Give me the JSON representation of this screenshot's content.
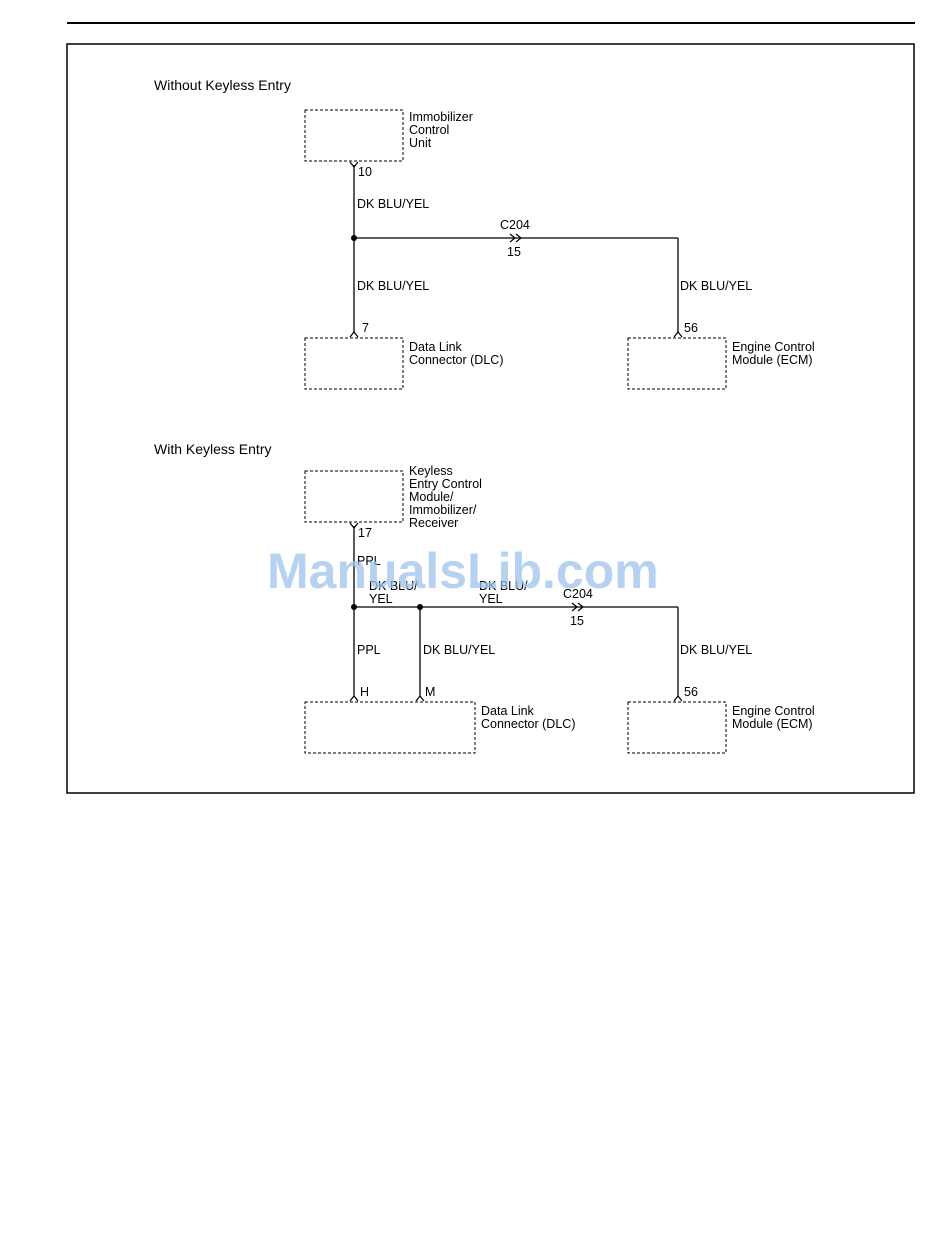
{
  "sections": {
    "without": {
      "title": "Without Keyless Entry",
      "immobilizer": [
        "Immobilizer",
        "Control",
        "Unit"
      ],
      "pin_immob": "10",
      "wire_top": "DK BLU/YEL",
      "connector": "C204",
      "connector_pin": "15",
      "wire_left": "DK BLU/YEL",
      "wire_right": "DK BLU/YEL",
      "pin_dlc": "7",
      "pin_ecm": "56",
      "dlc": [
        "Data Link",
        "Connector (DLC)"
      ],
      "ecm": [
        "Engine Control",
        "Module (ECM)"
      ]
    },
    "with": {
      "title": "With Keyless Entry",
      "keyless": [
        "Keyless",
        "Entry Control",
        "Module/",
        "Immobilizer/",
        "Receiver"
      ],
      "pin_keyless": "17",
      "wire_top": "PPL",
      "wire_a": [
        "DK BLU/",
        "YEL"
      ],
      "wire_b": [
        "DK BLU/",
        "YEL"
      ],
      "connector": "C204",
      "connector_pin": "15",
      "wire_left": "PPL",
      "wire_mid": "DK BLU/YEL",
      "wire_right": "DK BLU/YEL",
      "pin_h": "H",
      "pin_m": "M",
      "pin_ecm": "56",
      "dlc": [
        "Data Link",
        "Connector (DLC)"
      ],
      "ecm": [
        "Engine Control",
        "Module (ECM)"
      ]
    }
  },
  "watermark": "ManualsLib.com"
}
